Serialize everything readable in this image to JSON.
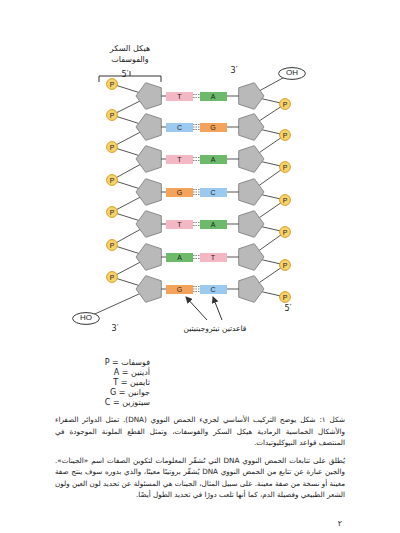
{
  "diagram": {
    "caption": "شكل ١: شكل يوضح التركيب الأساسي لجزيء الحمض النووي (DNA). تمثل الدوائر الصفراء والأشكال الخماسية الرمادية هيكل السكر والفوسفات، وتمثل القطع الملونة الموجودة في المنتصف قواعد النيوكليوتيدات.",
    "nodes": [
      {
        "text": [
          "OH"
        ]
      },
      {
        "text": [
          "P"
        ]
      },
      {
        "text": [
          "T"
        ]
      },
      {
        "text": [
          "A"
        ]
      },
      {
        "text": [
          "P"
        ]
      },
      {
        "text": [
          "P"
        ]
      },
      {
        "text": [
          "C"
        ]
      },
      {
        "text": [
          "G"
        ]
      },
      {
        "text": [
          "P"
        ]
      },
      {
        "text": [
          "P"
        ]
      },
      {
        "text": [
          "T"
        ]
      },
      {
        "text": [
          "A"
        ]
      },
      {
        "text": [
          "P"
        ]
      },
      {
        "text": [
          "P"
        ]
      },
      {
        "text": [
          "G"
        ]
      },
      {
        "text": [
          "C"
        ]
      },
      {
        "text": [
          "P"
        ]
      },
      {
        "text": [
          "P"
        ]
      },
      {
        "text": [
          "T"
        ]
      },
      {
        "text": [
          "A"
        ]
      },
      {
        "text": [
          "P"
        ]
      },
      {
        "text": [
          "P"
        ]
      },
      {
        "text": [
          "A"
        ]
      },
      {
        "text": [
          "T"
        ]
      },
      {
        "text": [
          "P"
        ]
      },
      {
        "text": [
          "P"
        ]
      },
      {
        "text": [
          "G"
        ]
      },
      {
        "text": [
          "C"
        ]
      },
      {
        "text": [
          "P"
        ]
      },
      {
        "text": [
          "HO"
        ]
      }
    ],
    "edges": [
      {
        "from": 2,
        "to": 3,
        "arrow": "none"
      },
      {
        "from": 6,
        "to": 7,
        "arrow": "none"
      },
      {
        "from": 10,
        "to": 11,
        "arrow": "none"
      },
      {
        "from": 14,
        "to": 15,
        "arrow": "none"
      },
      {
        "from": 18,
        "to": 19,
        "arrow": "none"
      },
      {
        "from": 22,
        "to": 23,
        "arrow": "none"
      },
      {
        "from": 26,
        "to": 27,
        "arrow": "none"
      }
    ],
    "labels": [
      "هيكل السكر والفوسفات",
      "5′",
      "3′",
      "3′",
      "5′",
      "قاعدتين نيتروجينيتين",
      "فوسفات = P",
      "أدينين = A",
      "ثايمين = T",
      "جوانين = G",
      "سيتوزين = C",
      "يُطلق على تتابعات الحمض النووي DNA التي تُشفّر المعلومات لتكوين الصفات اسم «الجينات». والجين عبارة عن تتابع من الحمض النووي DNA يُشفّر بروتينًا معينًا، والذي بدوره سوف ينتج صفة معينة أو نسخة من صفة معينة. على سبيل المثال، الجينات هي المسئولة عن تحديد لون العين ولون الشعر الطبيعي وفصيلة الدم، كما أنها تلعب دورًا في تحديد الطول أيضًا.",
      "٢"
    ]
  }
}
